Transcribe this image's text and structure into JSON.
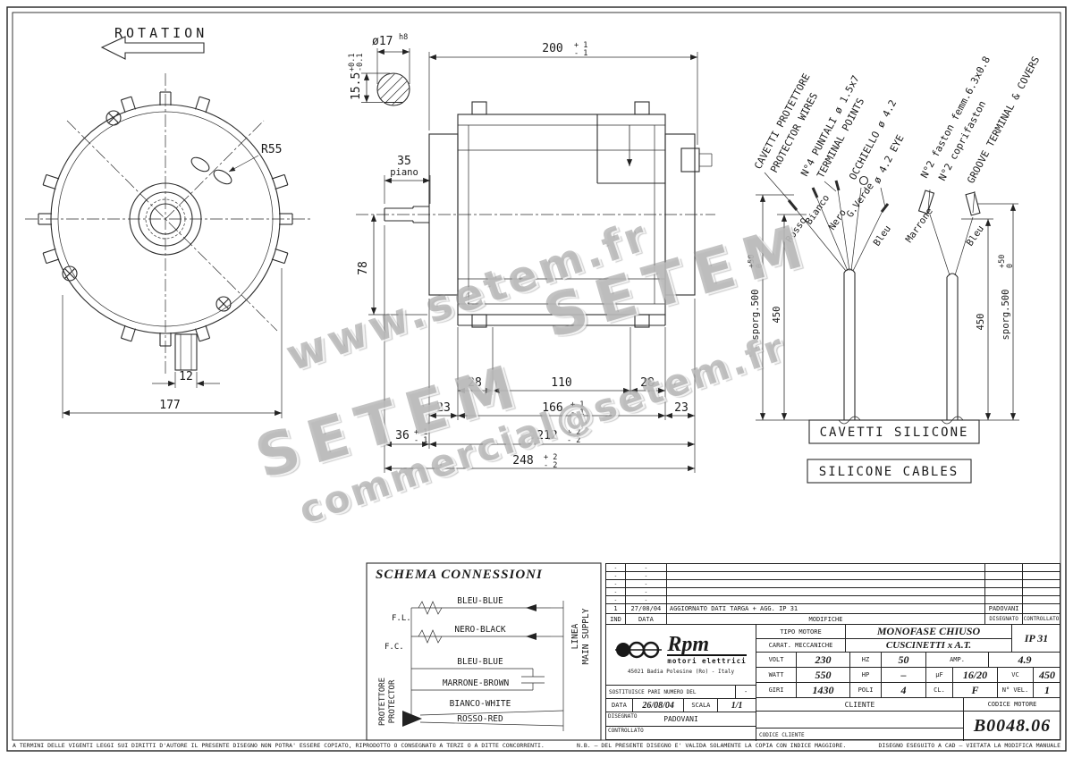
{
  "drawing": {
    "rotation": "ROTATION",
    "front": {
      "r55": "R55",
      "d12": "12",
      "d177": "177"
    },
    "shaft": {
      "dia": "ø17",
      "fit": "h8",
      "d155": "15.5",
      "tp": "+0.1",
      "tm": "-0.1"
    },
    "side": {
      "d200": "200",
      "d200p": "+ 1",
      "d200m": "- 1",
      "d35": "35",
      "piano": "piano",
      "d78": "78",
      "d28a": "28",
      "d110": "110",
      "d28b": "28",
      "d23a": "23",
      "d166": "166",
      "d166p": "+ 1",
      "d166m": "- 1",
      "d23b": "23",
      "d36": "36",
      "d36p": "+ 1",
      "d36m": "- 1",
      "d212": "212",
      "d212p": "+ 2",
      "d212m": "- 2",
      "d248": "248",
      "d248p": "+ 2",
      "d248m": "- 2"
    },
    "bundle1": {
      "l1": "CAVETTI PROTETTORE",
      "l2": "PROTECTOR WIRES",
      "l3": "N°4 PUNTALI ø 1.5x7",
      "l4": "TERMINAL POINTS",
      "l5": "OCCHIELLO ø 4.2",
      "l6": "ø 4.2 EYE",
      "w1": "Rosso",
      "w2": "Bianco",
      "w3": "Nero",
      "w4": "G.Verde",
      "w5": "Bleu",
      "sporg": "sporg.500",
      "sporgp": "+50",
      "sporgm": "0",
      "d450": "450"
    },
    "bundle2": {
      "l1": "N°2 faston femm.6.3x0.8",
      "l2": "N°2 coprifaston",
      "l3": "GROOVE TERMINAL & COVERS",
      "w1": "Marrone",
      "w2": "Bleu",
      "d450": "450",
      "sporg": "sporg.500",
      "sporgp": "+50",
      "sporgm": "0"
    },
    "notes": {
      "cavetti": "CAVETTI SILICONE",
      "cables": "SILICONE CABLES"
    }
  },
  "watermarks": {
    "url": "www.setem.fr",
    "brand1": "SETEM",
    "brand2": "SETEM",
    "email": "commercial@setem.fr"
  },
  "schema": {
    "title": "SCHEMA CONNESSIONI",
    "bleu1": "BLEU-BLUE",
    "fl": "F.L.",
    "nero": "NERO-BLACK",
    "fc": "F.C.",
    "bleu2": "BLEU-BLUE",
    "marrone": "MARRONE-BROWN",
    "bianco": "BIANCO-WHITE",
    "rosso": "ROSSO-RED",
    "linea": "LINEA",
    "main": "MAIN SUPPLY",
    "protettore": "PROTETTORE",
    "protector": "PROTECTOR"
  },
  "tb": {
    "rev_rows": [
      {
        "ind": "-",
        "data": "-",
        "mod": "",
        "dis": "",
        "con": ""
      },
      {
        "ind": "-",
        "data": "-",
        "mod": "",
        "dis": "",
        "con": ""
      },
      {
        "ind": "-",
        "data": "-",
        "mod": "",
        "dis": "",
        "con": ""
      },
      {
        "ind": "-",
        "data": "-",
        "mod": "",
        "dis": "",
        "con": ""
      },
      {
        "ind": "-",
        "data": "-",
        "mod": "",
        "dis": "",
        "con": ""
      },
      {
        "ind": "1",
        "data": "27/08/04",
        "mod": "AGGIORNATO DATI TARGA + AGG. IP 31",
        "dis": "PADOVANI",
        "con": ""
      }
    ],
    "h_ind": "IND",
    "h_data": "DATA",
    "h_mod": "MODIFICHE",
    "h_dis": "DISEGNATO",
    "h_con": "CONTROLLATO",
    "logo": "Rpm",
    "logo_sub": "motori elettrici",
    "address": "45021 Badia Polesine (Ro) - Italy",
    "tipo_l": "TIPO MOTORE",
    "tipo_v": "MONOFASE CHIUSO",
    "ip": "IP 31",
    "carat_l": "CARAT. MECCANICHE",
    "carat_v": "CUSCINETTI x A.T.",
    "volt_l": "VOLT",
    "volt_v": "230",
    "hz_l": "HZ",
    "hz_v": "50",
    "amp_l": "AMP.",
    "amp_v": "4.9",
    "watt_l": "WATT",
    "watt_v": "550",
    "hp_l": "HP",
    "hp_v": "–",
    "uf_l": "µF",
    "uf_v": "16/20",
    "vc_l": "VC",
    "vc_v": "450",
    "giri_l": "GIRI",
    "giri_v": "1430",
    "poli_l": "POLI",
    "poli_v": "4",
    "cl_l": "CL.",
    "cl_v": "F",
    "nvel_l": "N° VEL.",
    "nvel_v": "1",
    "sost_l": "SOSTITUISCE PARI NUMERO DEL",
    "sost_v": "-",
    "data_l": "DATA",
    "data_v": "26/08/04",
    "scala_l": "SCALA",
    "scala_v": "1/1",
    "dis_l": "DISEGNATO",
    "dis_v": "PADOVANI",
    "con_l": "CONTROLLATO",
    "cliente_l": "CLIENTE",
    "cod_mot_l": "CODICE MOTORE",
    "cod_mot_v": "B0048.06",
    "cod_cli_l": "CODICE CLIENTE"
  },
  "footer": {
    "left": "A TERMINI DELLE VIGENTI LEGGI SUI DIRITTI D'AUTORE IL PRESENTE DISEGNO NON POTRA' ESSERE COPIATO, RIPRODOTTO O CONSEGNATO A TERZI O A DITTE CONCORRENTI.",
    "mid": "N.B. – DEL PRESENTE DISEGNO E' VALIDA SOLAMENTE LA COPIA CON INDICE MAGGIORE.",
    "right": "DISEGNO ESEGUITO A CAD – VIETATA LA MODIFICA MANUALE"
  }
}
